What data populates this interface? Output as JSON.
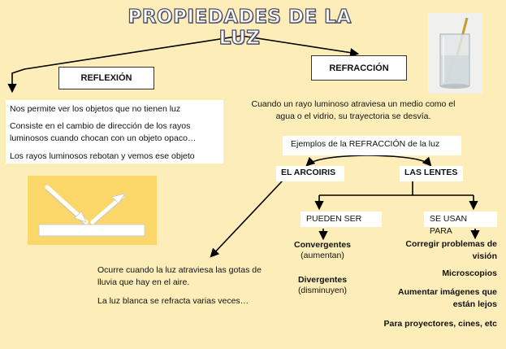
{
  "title": "PROPIEDADES DE LA LUZ",
  "reflexion": {
    "label": "REFLEXIÓN",
    "lines": [
      "Nos permite ver los objetos que no tienen luz",
      "Consiste en el cambio de dirección de los rayos luminosos cuando chocan con un objeto opaco…",
      "Los rayos luminosos rebotan y vemos ese objeto"
    ]
  },
  "refraccion": {
    "label": "REFRACCIÓN",
    "description": "Cuando un rayo luminoso atraviesa un medio como el agua o el vidrio, su trayectoria se desvía.",
    "examples_label": "Ejemplos de la REFRACCIÓN  de la luz"
  },
  "arcoiris": {
    "label": "EL ARCOIRIS",
    "lines": [
      "Ocurre cuando la luz atraviesa las gotas de lluvia que hay en el aire.",
      "La luz blanca se refracta varias veces…"
    ]
  },
  "lentes": {
    "label": "LAS LENTES",
    "pueden_ser": {
      "label": "PUEDEN SER",
      "convergentes": "Convergentes",
      "convergentes_note": "(aumentan)",
      "divergentes": "Divergentes",
      "divergentes_note": "(disminuyen)"
    },
    "se_usan_para": {
      "label": "SE USAN PARA",
      "uses": [
        "Corregir problemas de visión",
        "Microscopios",
        "Aumentar imágenes que están lejos",
        "Para proyectores, cines, etc"
      ]
    }
  },
  "colors": {
    "background": "#fdeeb9",
    "reflection_image_bg": "#fbd76a"
  }
}
